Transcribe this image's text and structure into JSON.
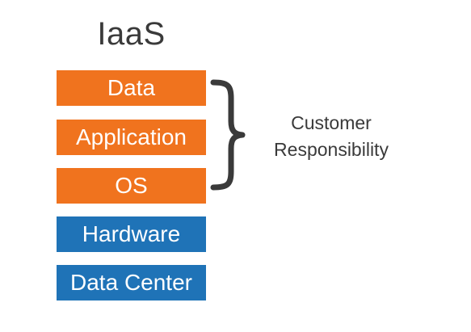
{
  "title": "IaaS",
  "layers": [
    {
      "label": "Data",
      "color": "#f0731e",
      "owner": "customer"
    },
    {
      "label": "Application",
      "color": "#f0731e",
      "owner": "customer"
    },
    {
      "label": "OS",
      "color": "#f0731e",
      "owner": "customer"
    },
    {
      "label": "Hardware",
      "color": "#1f73b7",
      "owner": "provider"
    },
    {
      "label": "Data Center",
      "color": "#1f73b7",
      "owner": "provider"
    }
  ],
  "bracket_label": {
    "line1": "Customer",
    "line2": "Responsibility"
  },
  "colors": {
    "customer": "#f0731e",
    "provider": "#1f73b7",
    "text": "#3a3a3a",
    "brace": "#3a3a3a"
  }
}
